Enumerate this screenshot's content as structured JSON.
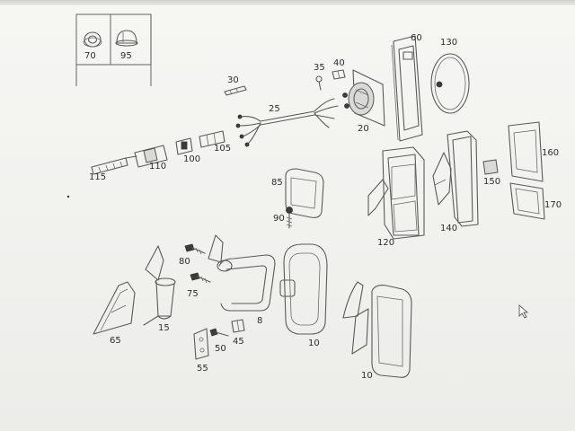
{
  "window": {
    "background": "#f3f3f0",
    "line_color": "#5a5a5a"
  },
  "callouts": [
    {
      "id": "c70",
      "text": "70"
    },
    {
      "id": "c95",
      "text": "95"
    },
    {
      "id": "c60",
      "text": "60"
    },
    {
      "id": "c130",
      "text": "130"
    },
    {
      "id": "c30",
      "text": "30"
    },
    {
      "id": "c35",
      "text": "35"
    },
    {
      "id": "c40",
      "text": "40"
    },
    {
      "id": "c25",
      "text": "25"
    },
    {
      "id": "c20",
      "text": "20"
    },
    {
      "id": "c105",
      "text": "105"
    },
    {
      "id": "c100",
      "text": "100"
    },
    {
      "id": "c110",
      "text": "110"
    },
    {
      "id": "c115",
      "text": "115"
    },
    {
      "id": "c160",
      "text": "160"
    },
    {
      "id": "c150",
      "text": "150"
    },
    {
      "id": "c170",
      "text": "170"
    },
    {
      "id": "c85",
      "text": "85"
    },
    {
      "id": "c90",
      "text": "90"
    },
    {
      "id": "c120",
      "text": "120"
    },
    {
      "id": "c140",
      "text": "140"
    },
    {
      "id": "c80",
      "text": "80"
    },
    {
      "id": "c75",
      "text": "75"
    },
    {
      "id": "c65",
      "text": "65"
    },
    {
      "id": "c15",
      "text": "15"
    },
    {
      "id": "c8",
      "text": "8"
    },
    {
      "id": "c10a",
      "text": "10"
    },
    {
      "id": "c50",
      "text": "50"
    },
    {
      "id": "c45",
      "text": "45"
    },
    {
      "id": "c55",
      "text": "55"
    },
    {
      "id": "c10b",
      "text": "10"
    }
  ]
}
